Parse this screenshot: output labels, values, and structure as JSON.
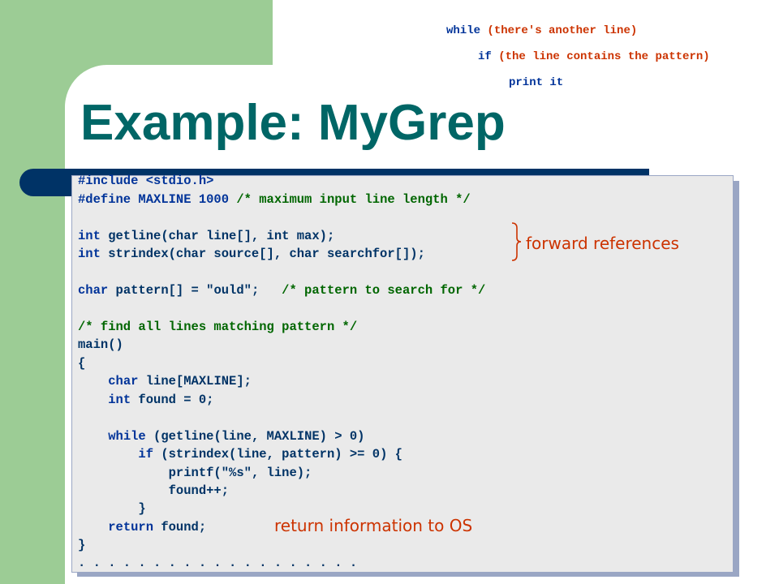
{
  "pseudocode": {
    "line1": {
      "kw": "while",
      "cond": "(there's another line)"
    },
    "line2": {
      "kw": "if",
      "cond": "(the line contains the pattern)"
    },
    "line3": {
      "kw": "print it"
    }
  },
  "slide": {
    "title": "Example: MyGrep"
  },
  "code": {
    "include": "#include <stdio.h>",
    "define_kw": "#define MAXLINE 1000",
    "define_cmt": "/* maximum input line length */",
    "getline_kw": "int",
    "getline_rest": " getline(char line[], int max);",
    "strindex_kw": "int",
    "strindex_rest": " strindex(char source[], char searchfor[]);",
    "pattern_kw": "char",
    "pattern_rest": " pattern[] = \"ould\";",
    "pattern_cmt": "/* pattern to search for */",
    "find_cmt": "/* find all lines matching pattern */",
    "main": "main()",
    "open_brace": "{",
    "decl_line_kw": "char",
    "decl_line_rest": " line[MAXLINE];",
    "decl_found_kw": "int",
    "decl_found_rest": " found = 0;",
    "while_kw": "while",
    "while_rest": " (getline(line, MAXLINE) > 0)",
    "if_kw": "if",
    "if_rest": " (strindex(line, pattern) >= 0) {",
    "printf": "printf(\"%s\", line);",
    "found_inc": "found++;",
    "inner_close": "}",
    "return_kw": "return",
    "return_rest": " found;",
    "close_brace": "}",
    "dots": ". . . . . . . . . . . . . . . . . . ."
  },
  "annotations": {
    "forward": "forward references",
    "return_info": "return information to OS"
  },
  "colors": {
    "green": "#9ccc95",
    "teal_title": "#006666",
    "navy_bar": "#003366",
    "orange_note": "#cc3300",
    "comment_green": "#006600"
  }
}
